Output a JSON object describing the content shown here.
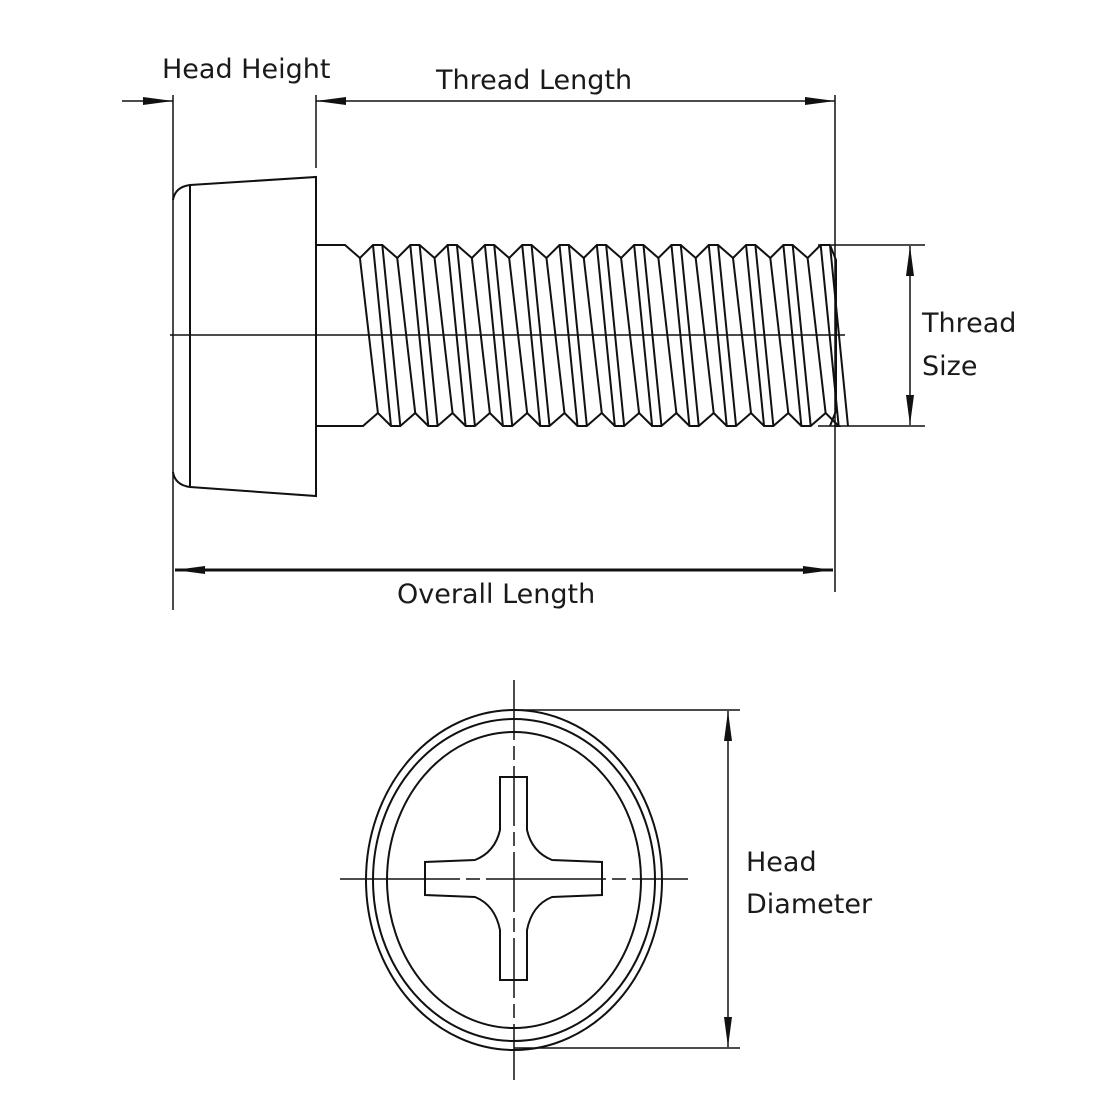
{
  "labels": {
    "head_height": "Head Height",
    "thread_length": "Thread Length",
    "thread_size_line1": "Thread",
    "thread_size_line2": "Size",
    "overall_length": "Overall Length",
    "head_diameter_line1": "Head",
    "head_diameter_line2": "Diameter"
  },
  "thread": {
    "crest_count": 13
  },
  "colors": {
    "line": "#111111",
    "background": "#ffffff"
  }
}
